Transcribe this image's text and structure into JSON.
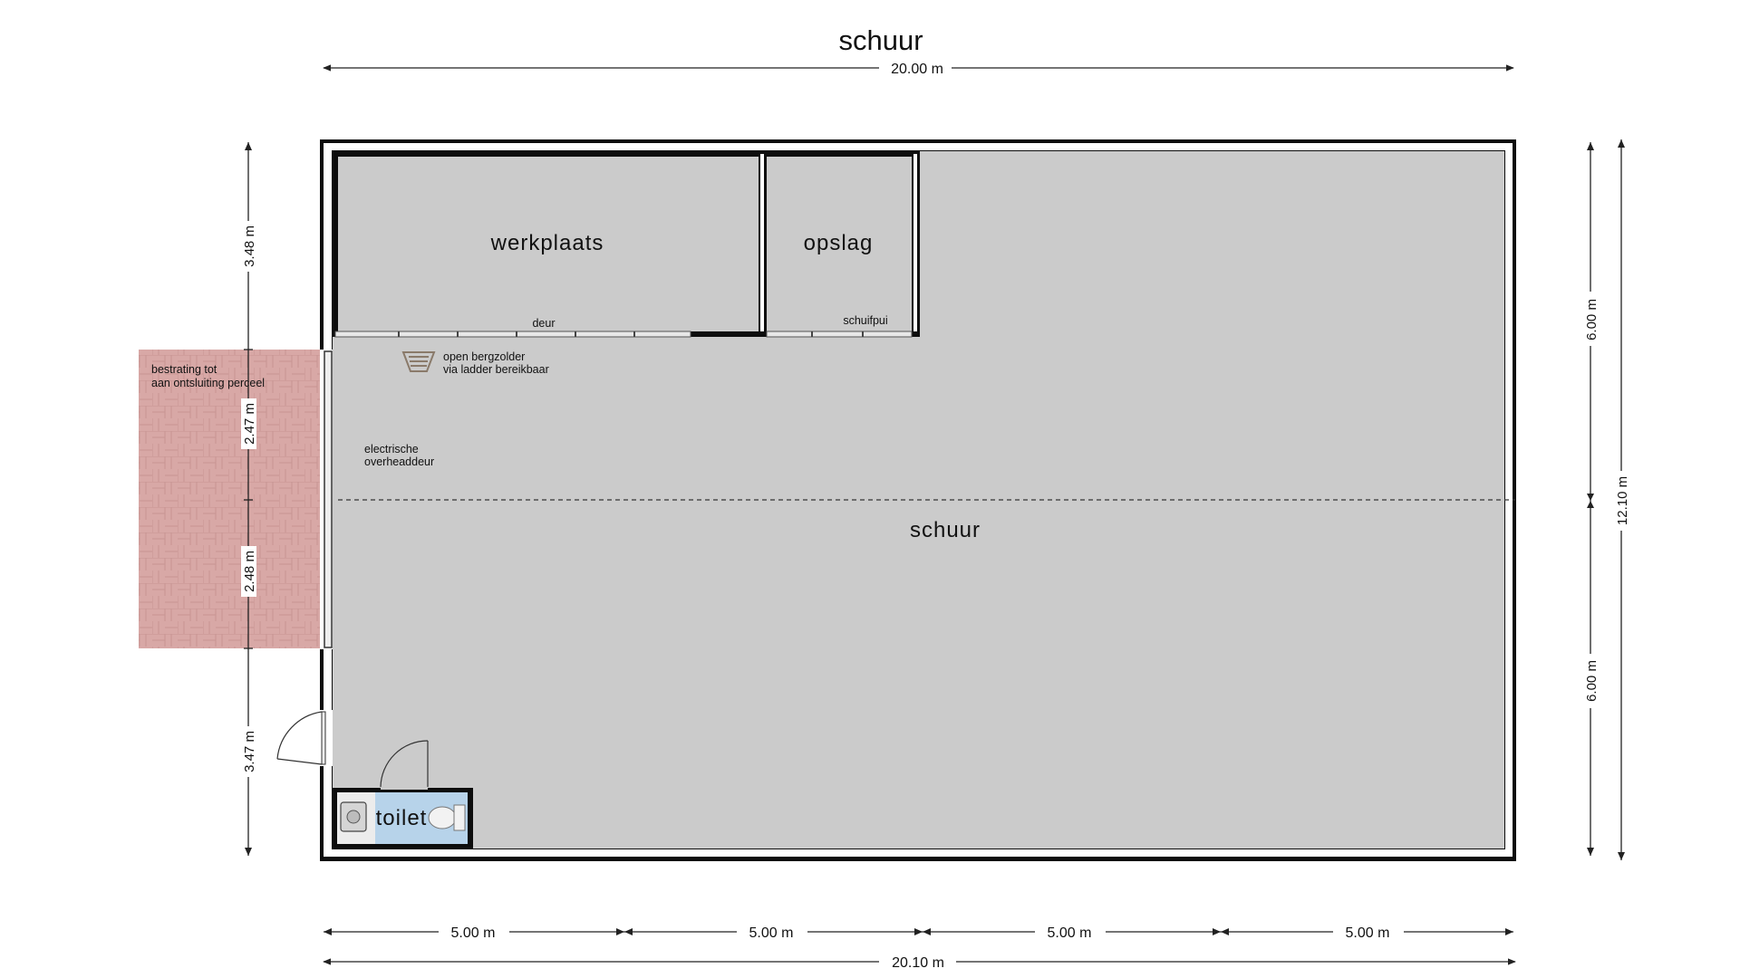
{
  "title": "schuur",
  "rooms": {
    "werkplaats": "werkplaats",
    "opslag": "opslag",
    "schuur": "schuur",
    "toilet": "toilet"
  },
  "labels": {
    "deur": "deur",
    "schuifpui": "schuifpui",
    "bergzolder_line1": "open bergzolder",
    "bergzolder_line2": "via ladder bereikbaar",
    "overheaddeur_line1": "electrische",
    "overheaddeur_line2": "overheaddeur",
    "bestrating_line1": "bestrating tot",
    "bestrating_line2": "aan ontsluiting perceel"
  },
  "dimensions": {
    "top_total": "20.00 m",
    "bottom_segments": [
      "5.00 m",
      "5.00 m",
      "5.00 m",
      "5.00 m"
    ],
    "bottom_total": "20.10 m",
    "left_segments": [
      "3.48 m",
      "2.47 m",
      "2.48 m",
      "3.47 m"
    ],
    "right_segments": [
      "6.00 m",
      "6.00 m"
    ],
    "right_total": "12.10 m"
  },
  "colors": {
    "wall": "#0d0d0d",
    "floor": "#cbcbcb",
    "paving": "#d8a8a6",
    "toilet_floor": "#b7d3ea"
  }
}
